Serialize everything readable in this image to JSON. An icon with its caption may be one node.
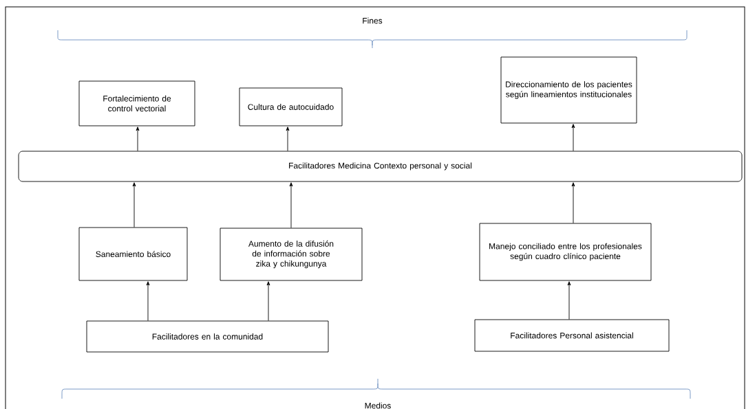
{
  "diagram": {
    "nodes": [
      {
        "text": [
          "Fortalecimiento de control vectorial"
        ]
      },
      {
        "text": [
          "Cultura de autocuidado"
        ]
      },
      {
        "text": [
          "Direccionamiento de los pacientes según lineamientos institucionales"
        ]
      },
      {
        "text": [
          "Facilitadores Medicina Contexto personal y social"
        ]
      },
      {
        "text": [
          "Saneamiento básico"
        ]
      },
      {
        "text": [
          "Aumento de la difusión de información sobre zika y chikungunya"
        ]
      },
      {
        "text": [
          "Manejo conciliado entre los profesionales según cuadro clínico paciente"
        ]
      },
      {
        "text": [
          "Facilitadores en la comunidad"
        ]
      },
      {
        "text": [
          "Facilitadores Personal asistencial"
        ]
      }
    ],
    "edges": [
      {
        "from": 3,
        "to": 0,
        "arrow": "to"
      },
      {
        "from": 3,
        "to": 1,
        "arrow": "to"
      },
      {
        "from": 3,
        "to": 2,
        "arrow": "to"
      },
      {
        "from": 4,
        "to": 3,
        "arrow": "to"
      },
      {
        "from": 5,
        "to": 3,
        "arrow": "to"
      },
      {
        "from": 6,
        "to": 3,
        "arrow": "to"
      },
      {
        "from": 7,
        "to": 4,
        "arrow": "to"
      },
      {
        "from": 7,
        "to": 5,
        "arrow": "to"
      },
      {
        "from": 8,
        "to": 6,
        "arrow": "to"
      }
    ],
    "labels": [
      "Fines",
      "Medios"
    ]
  }
}
